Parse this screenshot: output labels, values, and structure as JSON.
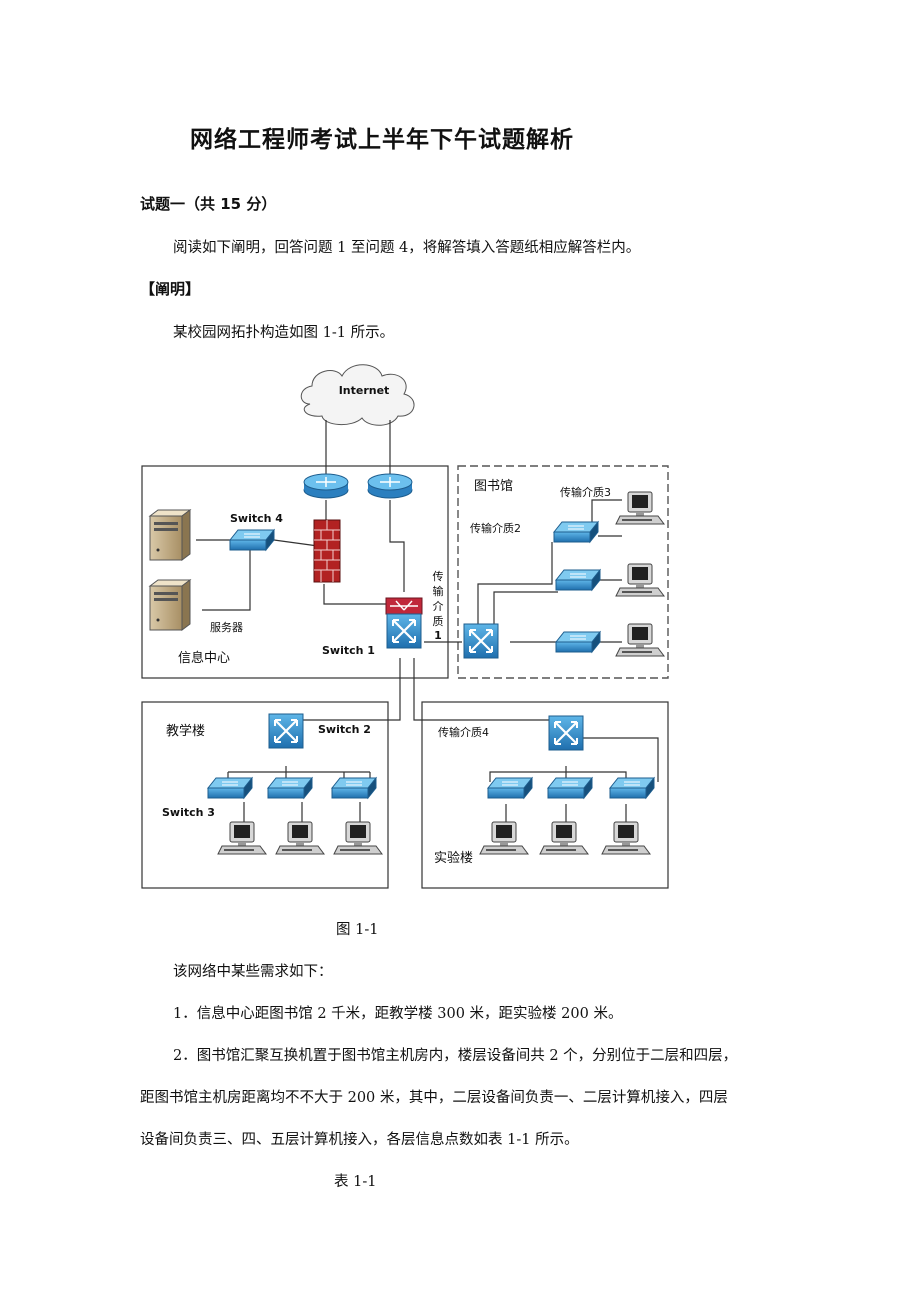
{
  "title": "网络工程师考试上半年下午试题解析",
  "question_heading": "试题一（共 15 分）",
  "intro": "阅读如下阐明，回答问题 1 至问题 4，将解答填入答题纸相应解答栏内。",
  "section_label": "【阐明】",
  "topology_sentence": "某校园网拓扑构造如图 1-1 所示。",
  "diagram": {
    "internet": "Internet",
    "library": "图书馆",
    "info_center": "信息中心",
    "server": "服务器",
    "switch1": "Switch 1",
    "switch2": "Switch 2",
    "switch3": "Switch 3",
    "switch4": "Switch 4",
    "teaching_building": "教学楼",
    "lab_building": "实验楼",
    "medium1_chars": [
      "传",
      "输",
      "介",
      "质",
      "1"
    ],
    "medium2": "传输介质2",
    "medium3": "传输介质3",
    "medium4": "传输介质4"
  },
  "figure_caption": "图 1-1",
  "requirements_intro": "该网络中某些需求如下：",
  "req1": "1．信息中心距图书馆 2 千米，距教学楼 300 米，距实验楼 200 米。",
  "req2_line1": "2．图书馆汇聚互换机置于图书馆主机房内，楼层设备间共 2 个，分别位于二层和四层，",
  "req2_line2": "距图书馆主机房距离均不不大于 200 米，其中，二层设备间负责一、二层计算机接入，四层",
  "req2_line3": "设备间负责三、四、五层计算机接入，各层信息点数如表 1-1 所示。",
  "table_caption": "表 1-1"
}
